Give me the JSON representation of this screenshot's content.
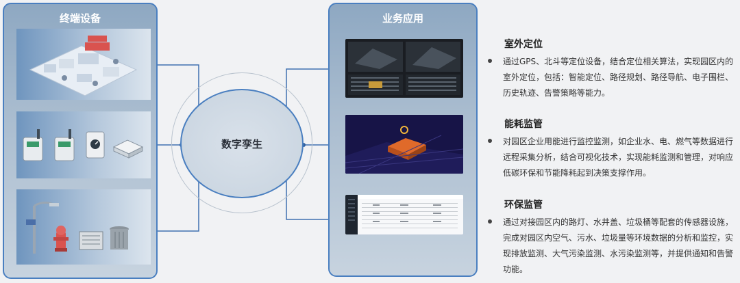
{
  "left_panel": {
    "title": "终端设备"
  },
  "right_panel": {
    "title": "业务应用"
  },
  "hub": {
    "label": "数字孪生"
  },
  "features": [
    {
      "title": "室外定位",
      "text": "通过GPS、北斗等定位设备，结合定位相关算法，实现园区内的室外定位，包括：智能定位、路径规划、路径导航、电子围栏、历史轨迹、告警策略等能力。"
    },
    {
      "title": "能耗监管",
      "text": "对园区企业用能进行监控监测，如企业水、电、燃气等数据进行远程采集分析，结合可视化技术，实现能耗监测和管理，对响应低碳环保和节能降耗起到决策支撑作用。"
    },
    {
      "title": "环保监管",
      "text": "通过对接园区内的路灯、水井盖、垃圾桶等配套的传感器设施，完成对园区内空气、污水、垃圾量等环境数据的分析和监控，实现排放监测、大气污染监测、水污染监测等，并提供通知和告警功能。"
    }
  ],
  "colors": {
    "accent": "#4a7fc0",
    "panel_top": "#8ea8c2",
    "background": "#f1f2f4"
  }
}
